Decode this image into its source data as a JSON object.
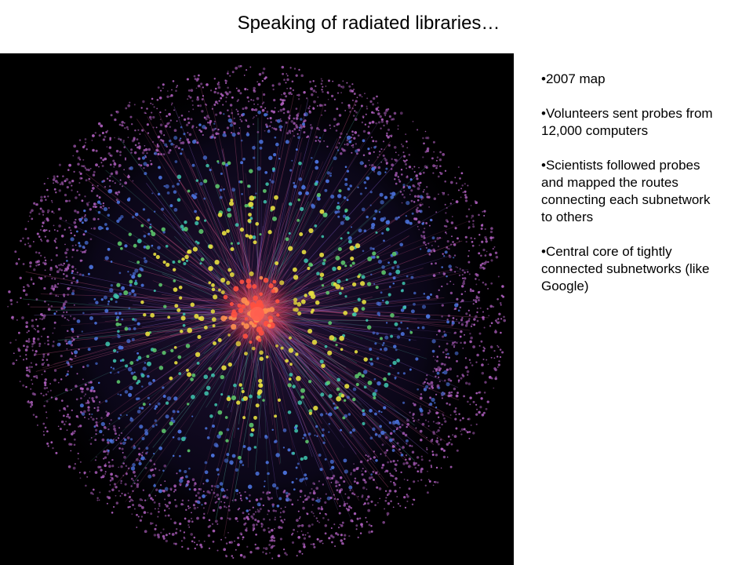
{
  "slide": {
    "title": "Speaking of radiated libraries…"
  },
  "bullets": [
    "•2007 map",
    "•Volunteers sent probes from 12,000 computers",
    "•Scientists followed probes and mapped the routes connecting each subnetwork to others",
    "•Central core of tightly connected subnetworks (like Google)"
  ],
  "map_colors": {
    "background": "#000000",
    "outer_ring": "#b060c0",
    "mid_ring": "#4a70d8",
    "inner_ring": "#40c8b0",
    "yellow_nodes": "#e8e040",
    "core": "#ff5040",
    "links": "#c05080"
  }
}
